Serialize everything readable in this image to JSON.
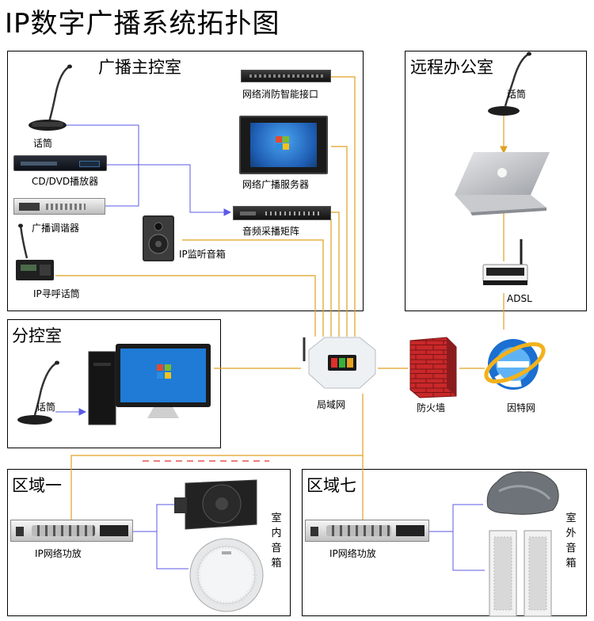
{
  "title": "IP数字广播系统拓扑图",
  "rooms": {
    "main_control": "广播主控室",
    "remote_office": "远程办公室",
    "sub_control": "分控室",
    "zone_one": "区域一",
    "zone_seven": "区域七"
  },
  "devices": {
    "mic_main": "话筒",
    "cd_dvd": "CD/DVD播放器",
    "tuner": "广播调谐器",
    "paging_mic": "IP寻呼话筒",
    "monitor_speaker": "IP监听音箱",
    "fire_interface": "网络消防智能接口",
    "broadcast_server": "网络广播服务器",
    "audio_matrix": "音频采播矩阵",
    "mic_remote": "话筒",
    "adsl": "ADSL",
    "mic_sub": "话筒",
    "lan": "局域网",
    "firewall": "防火墙",
    "internet": "因特网",
    "amp_zone1": "IP网络功放",
    "amp_zone7": "IP网络功放",
    "indoor_speakers": "室内音箱",
    "outdoor_speakers": "室外音箱"
  },
  "colors": {
    "network_line": "#e0a020",
    "audio_line": "#5a5ae6",
    "firewall_brick": "#c8282a",
    "ie_blue": "#1a6fd0",
    "screen_blue": "#1f7bd6"
  },
  "icons": {
    "lan": "router-icon",
    "firewall": "brick-wall-icon",
    "internet": "internet-explorer-icon",
    "laptop": "laptop-icon",
    "desktop": "desktop-pc-icon"
  }
}
